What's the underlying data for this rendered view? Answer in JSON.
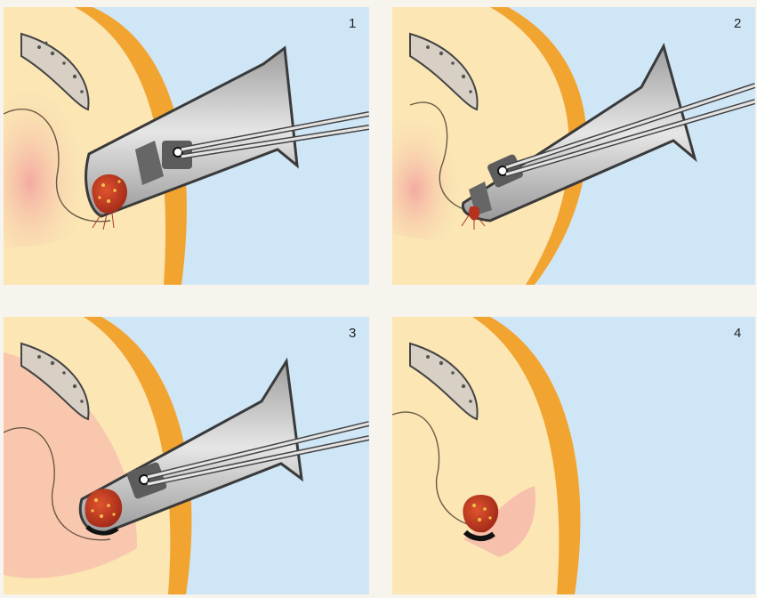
{
  "panels": [
    {
      "number": "1"
    },
    {
      "number": "2"
    },
    {
      "number": "3"
    },
    {
      "number": "4"
    }
  ],
  "colors": {
    "background": "#cfe6f6",
    "bowel_wall": "#f2a431",
    "mucosa": "#fbe6b4",
    "mucosa_pink": "#f6c3b2",
    "instrument": "#c8c8c8",
    "instrument_dark": "#5c5c5c",
    "lesion": "#b4321e"
  }
}
